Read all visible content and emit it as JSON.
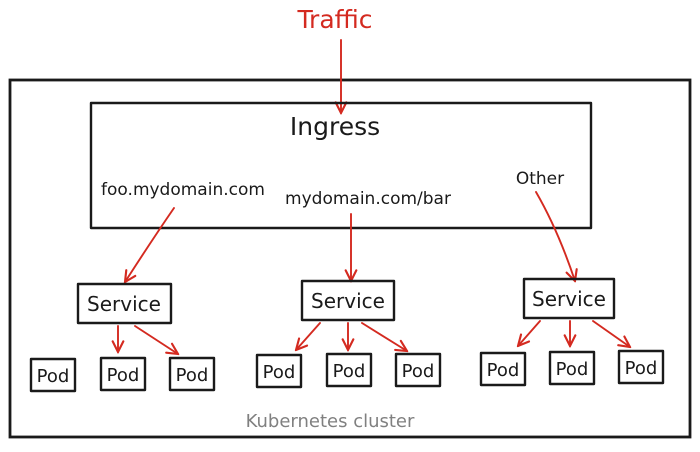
{
  "traffic": {
    "label": "Traffic"
  },
  "ingress": {
    "title": "Ingress"
  },
  "routes": [
    {
      "label": "foo.mydomain.com"
    },
    {
      "label": "mydomain.com/bar"
    },
    {
      "label": "Other"
    }
  ],
  "services": [
    {
      "label": "Service",
      "pods": [
        "Pod",
        "Pod",
        "Pod"
      ]
    },
    {
      "label": "Service",
      "pods": [
        "Pod",
        "Pod",
        "Pod"
      ]
    },
    {
      "label": "Service",
      "pods": [
        "Pod",
        "Pod",
        "Pod"
      ]
    }
  ],
  "cluster": {
    "label": "Kubernetes cluster"
  },
  "colors": {
    "arrow": "#d42a20",
    "traffic_text": "#d42a20",
    "outline": "#1a1a1a",
    "cluster_label": "#808080"
  }
}
